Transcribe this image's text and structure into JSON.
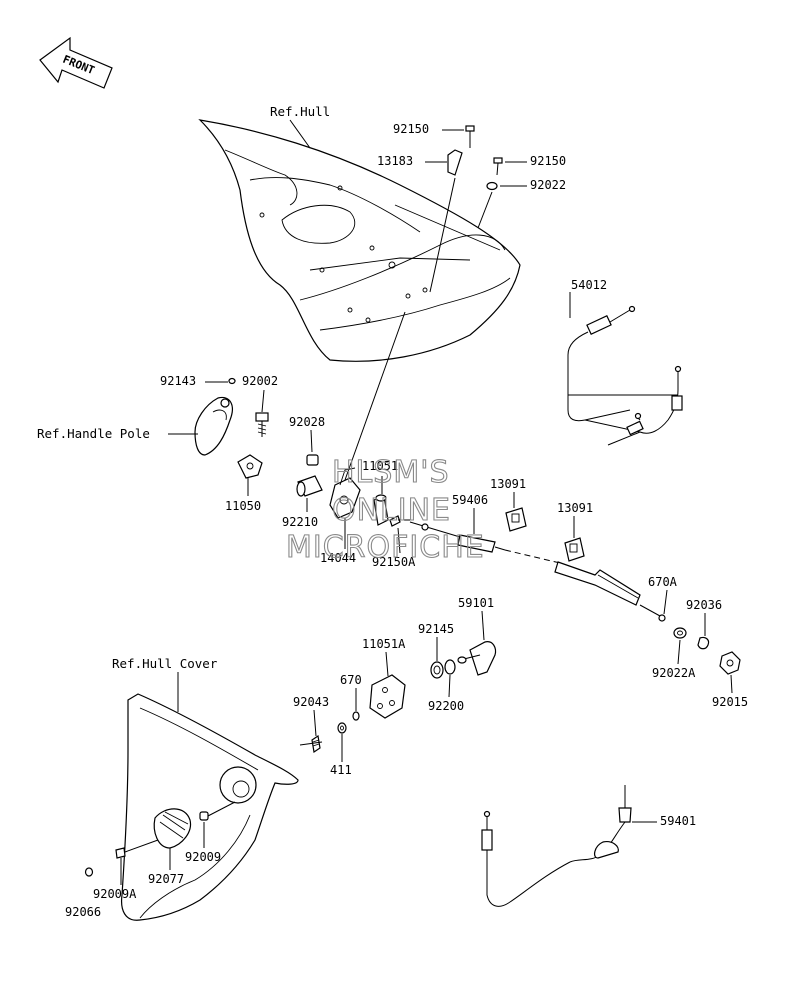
{
  "front_arrow_label": "FRONT",
  "watermark": {
    "line1": "HLSM'S",
    "line2": "ONLINE",
    "line3": "MICROFICHE"
  },
  "refs": {
    "hull": "Ref.Hull",
    "handle_pole": "Ref.Handle Pole",
    "hull_cover": "Ref.Hull Cover"
  },
  "parts": {
    "p92150_top": "92150",
    "p13183": "13183",
    "p92150_right": "92150",
    "p92022": "92022",
    "p54012": "54012",
    "p92143": "92143",
    "p92002": "92002",
    "p92028": "92028",
    "p11050": "11050",
    "p92210": "92210",
    "p11051": "11051",
    "p14044": "14044",
    "p92150A": "92150A",
    "p59406": "59406",
    "p13091_a": "13091",
    "p13091_b": "13091",
    "p670A": "670A",
    "p92036": "92036",
    "p92022A": "92022A",
    "p92015": "92015",
    "p59101": "59101",
    "p92145": "92145",
    "p11051A": "11051A",
    "p92200": "92200",
    "p670": "670",
    "p92043": "92043",
    "p411": "411",
    "p59401": "59401",
    "p92009": "92009",
    "p92077": "92077",
    "p92009A": "92009A",
    "p92066": "92066"
  }
}
